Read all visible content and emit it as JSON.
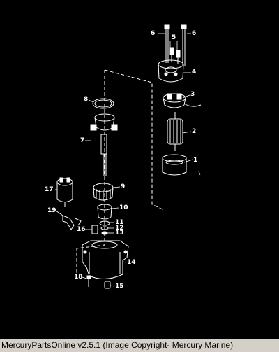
{
  "diagram": {
    "background": "#000000",
    "line_color": "#ffffff",
    "part_numbers": [
      "1",
      "2",
      "3",
      "4",
      "5",
      "6",
      "6",
      "7",
      "8",
      "9",
      "10",
      "11",
      "12",
      "13",
      "14",
      "15",
      "16",
      "17",
      "18",
      "19"
    ]
  },
  "caption": {
    "text": "MercuryPartsOnline v2.5.1 (Image Copyright- Mercury Marine)",
    "background": "#d4d0c8"
  }
}
